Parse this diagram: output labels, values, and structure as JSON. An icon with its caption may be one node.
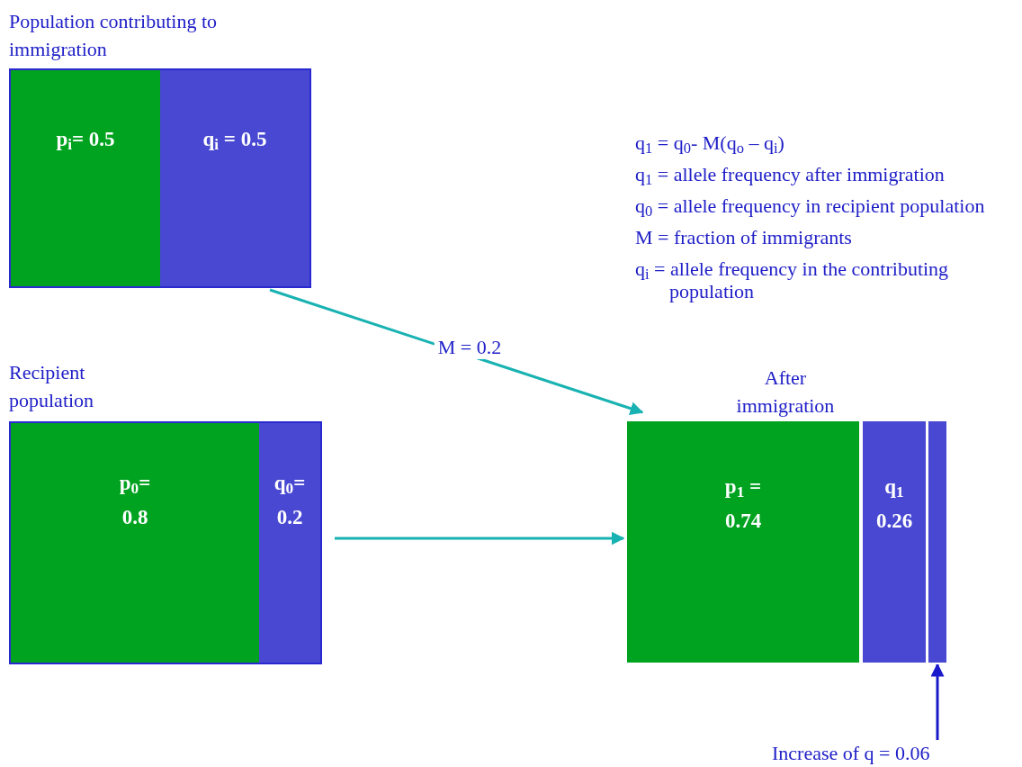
{
  "diagram": {
    "nodes": [
      {
        "text": [
          "Population contributing to immigration"
        ]
      },
      {
        "text": [
          "p$_{i}$= 0.5"
        ],
        "in": 0
      },
      {
        "text": [
          "q$_{i}$ = 0.5"
        ],
        "in": 0
      },
      {
        "text": [
          "Recipient population"
        ]
      },
      {
        "text": [
          "p$_{0}$=",
          "0.8"
        ],
        "in": 3
      },
      {
        "text": [
          "q$_{0}$=",
          "0.2"
        ],
        "in": 3
      },
      {
        "text": [
          "After immigration"
        ]
      },
      {
        "text": [
          "p$_{1}$ =",
          "0.74"
        ],
        "in": 6
      },
      {
        "text": [
          "q$_{1}$",
          "0.26"
        ],
        "in": 6
      },
      {
        "text": [],
        "shape": "bar",
        "in": 6
      },
      {
        "text": [
          "Increase of q = 0.06"
        ]
      }
    ],
    "edges": [
      {
        "from": 0,
        "to": 6,
        "arrow": "to",
        "label": "M = 0.2"
      },
      {
        "from": 3,
        "to": 6,
        "arrow": "to"
      },
      {
        "from": 10,
        "to": 9,
        "arrow": "to",
        "color": "#1a1acc"
      }
    ],
    "labels": [
      "q$_{1}$ = q$_{0}$- M(q$_{o}$ – q$_{i}$)",
      "q$_{1}$ = allele frequency after immigration",
      "q$_{0}$ = allele frequency in recipient population",
      "M = fraction of immigrants",
      "q$_{i}$ = allele frequency in the contributing population"
    ]
  }
}
